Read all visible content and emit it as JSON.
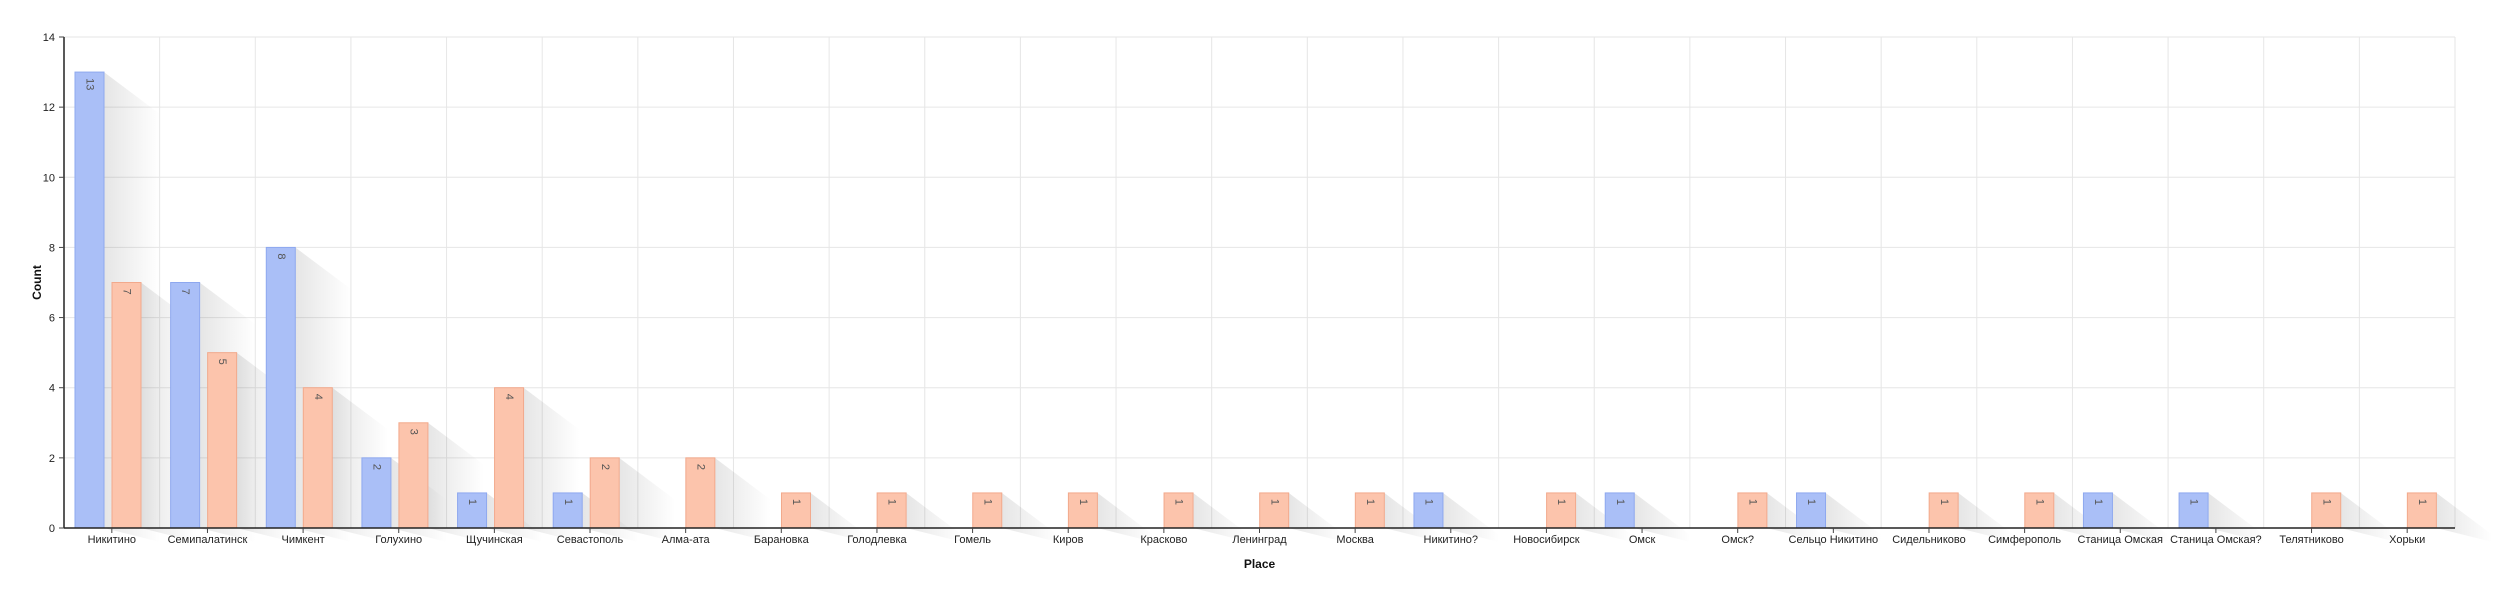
{
  "chart_data": {
    "type": "bar",
    "xlabel": "Place",
    "ylabel": "Count",
    "ylim": [
      0,
      14
    ],
    "yticks": [
      0,
      2,
      4,
      6,
      8,
      10,
      12,
      14
    ],
    "grid": true,
    "legend": "none",
    "categories": [
      "Никитино",
      "Семипалатинск",
      "Чимкент",
      "Голухино",
      "Щучинская",
      "Севастополь",
      "Алма-ата",
      "Барановка",
      "Голодлевка",
      "Гомель",
      "Киров",
      "Красково",
      "Ленинград",
      "Москва",
      "Никитино?",
      "Новосибирск",
      "Омск",
      "Омск?",
      "Сельцо Никитино",
      "Сидельниково",
      "Симферополь",
      "Станица Омская",
      "Станица Омская?",
      "Телятниково",
      "Хорьки"
    ],
    "series": [
      {
        "color": "#aabff7",
        "stroke": "#8ea8ef",
        "values": [
          13,
          7,
          8,
          2,
          1,
          1,
          0,
          0,
          0,
          0,
          0,
          0,
          0,
          0,
          1,
          0,
          1,
          0,
          1,
          0,
          0,
          1,
          1,
          0,
          0
        ]
      },
      {
        "color": "#fcc4ac",
        "stroke": "#f2a98c",
        "values": [
          7,
          5,
          4,
          3,
          4,
          2,
          2,
          1,
          1,
          1,
          1,
          1,
          1,
          1,
          0,
          1,
          0,
          1,
          0,
          1,
          1,
          0,
          0,
          1,
          1
        ]
      }
    ]
  }
}
